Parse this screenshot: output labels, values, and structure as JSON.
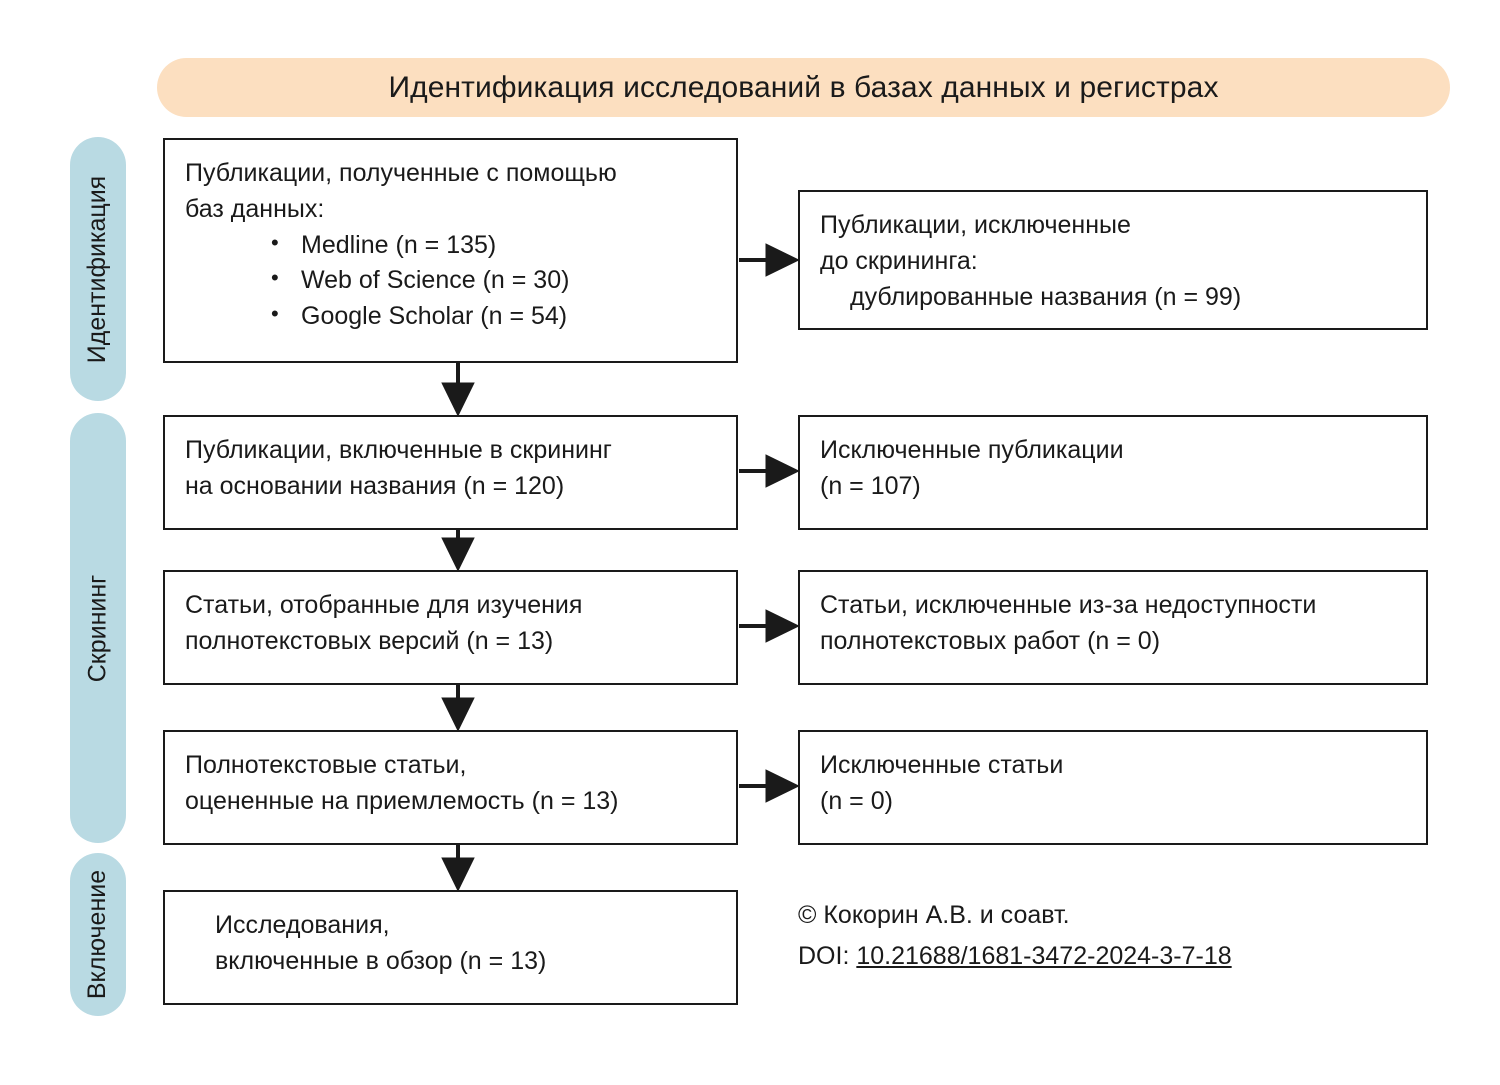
{
  "header": {
    "title": "Идентификация исследований в базах данных и регистрах"
  },
  "stages": [
    {
      "id": "identification",
      "label": "Идентификация"
    },
    {
      "id": "screening",
      "label": "Скрининг"
    },
    {
      "id": "inclusion",
      "label": "Включение"
    }
  ],
  "boxes": {
    "records_identified": {
      "line1": "Публикации, полученные с помощью",
      "line2": "баз данных:",
      "bullets": [
        "Medline (n = 135)",
        "Web of Science (n = 30)",
        "Google Scholar (n = 54)"
      ]
    },
    "records_removed": {
      "line1": "Публикации, исключенные",
      "line2": "до скрининга:",
      "line3": "дублированные названия (n = 99)"
    },
    "records_screened": {
      "line1": "Публикации, включенные в скрининг",
      "line2": "на основании названия (n = 120)"
    },
    "records_excluded": {
      "line1": "Исключенные публикации",
      "line2": "(n = 107)"
    },
    "reports_sought": {
      "line1": "Статьи, отобранные для изучения",
      "line2": "полнотекстовых версий (n = 13)"
    },
    "reports_not_retrieved": {
      "line1": "Статьи, исключенные из-за недоступности",
      "line2": "полнотекстовых работ (n = 0)"
    },
    "reports_assessed": {
      "line1": "Полнотекстовые статьи,",
      "line2": "оцененные на приемлемость (n = 13)"
    },
    "reports_excluded": {
      "line1": "Исключенные статьи",
      "line2": "(n = 0)"
    },
    "studies_included": {
      "line1": "Исследования,",
      "line2": "включенные в обзор (n = 13)"
    }
  },
  "credit": {
    "copyright": "© Кокорин А.В. и соавт.",
    "doi_prefix": "DOI: ",
    "doi_value": "10.21688/1681-3472-2024-3-7-18"
  },
  "colors": {
    "header_fill": "#FCDFC0",
    "stage_fill": "#B9DAE3",
    "box_border": "#1a1a1a",
    "text": "#1a1a1a",
    "background": "#ffffff"
  }
}
